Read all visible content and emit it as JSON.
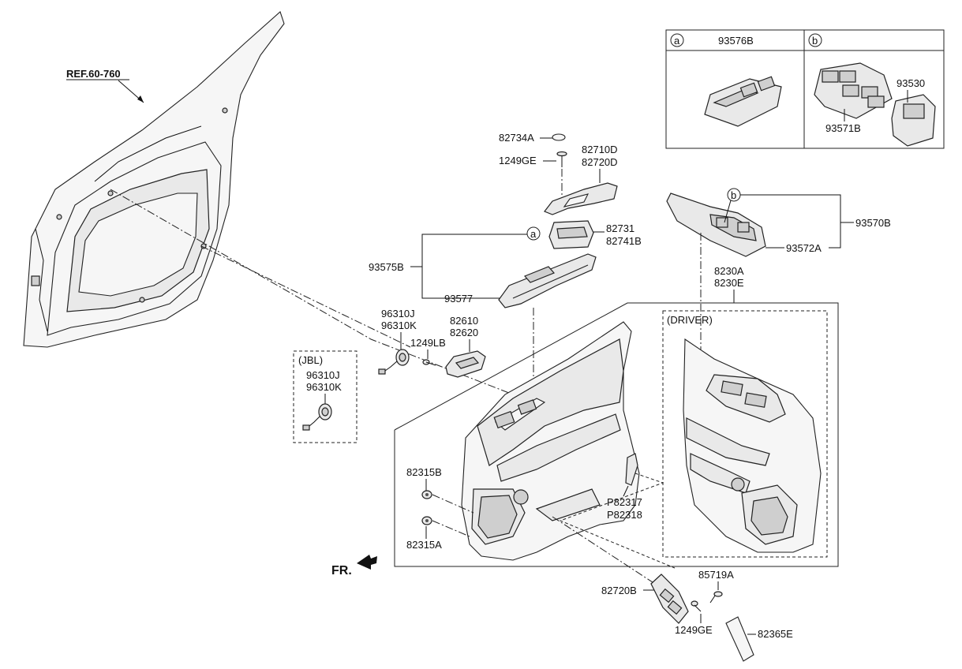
{
  "labels": {
    "ref": "REF.60-760",
    "p82734A": "82734A",
    "p1249GE_top": "1249GE",
    "p82710D": "82710D",
    "p82720D": "82720D",
    "p82731": "82731",
    "p82741B": "82741B",
    "p93575B": "93575B",
    "p93577": "93577",
    "p96310J": "96310J",
    "p96310K": "96310K",
    "p1249LB": "1249LB",
    "p82610": "82610",
    "p82620": "82620",
    "jbl": "(JBL)",
    "jbl_96310J": "96310J",
    "jbl_96310K": "96310K",
    "p8230A": "8230A",
    "p8230E": "8230E",
    "driver": "(DRIVER)",
    "p93570B": "93570B",
    "p93572A": "93572A",
    "p82315B": "82315B",
    "p82315A": "82315A",
    "pP82317": "P82317",
    "pP82318": "P82318",
    "p85719A": "85719A",
    "p82720B": "82720B",
    "p1249GE_bot": "1249GE",
    "p82365E": "82365E",
    "fr": "FR."
  },
  "legend": {
    "a_letter": "a",
    "a_part": "93576B",
    "b_letter": "b",
    "b_part1": "93530",
    "b_part2": "93571B"
  },
  "callouts": {
    "a": "a",
    "b": "b"
  }
}
